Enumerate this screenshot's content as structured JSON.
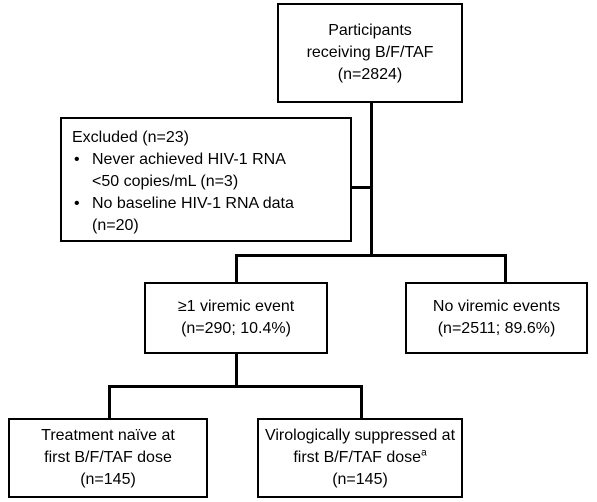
{
  "flowchart": {
    "top": {
      "line1": "Participants",
      "line2": "receiving B/F/TAF",
      "line3": "(n=2824)"
    },
    "excluded": {
      "title": "Excluded (n=23)",
      "items": [
        {
          "line1": "Never achieved HIV-1 RNA",
          "line2": "<50 copies/mL (n=3)"
        },
        {
          "line1": "No baseline HIV-1 RNA data",
          "line2": "(n=20)"
        }
      ],
      "bullet": "•"
    },
    "viremic": {
      "line1": "≥1 viremic event",
      "line2": "(n=290; 10.4%)"
    },
    "no_viremic": {
      "line1": "No viremic events",
      "line2": "(n=2511; 89.6%)"
    },
    "naive": {
      "line1": "Treatment naïve at",
      "line2": "first B/F/TAF dose",
      "line3": "(n=145)"
    },
    "suppressed": {
      "line1": "Virologically suppressed at",
      "line2": "first B/F/TAF dose",
      "footnote": "a",
      "line3": "(n=145)"
    }
  }
}
